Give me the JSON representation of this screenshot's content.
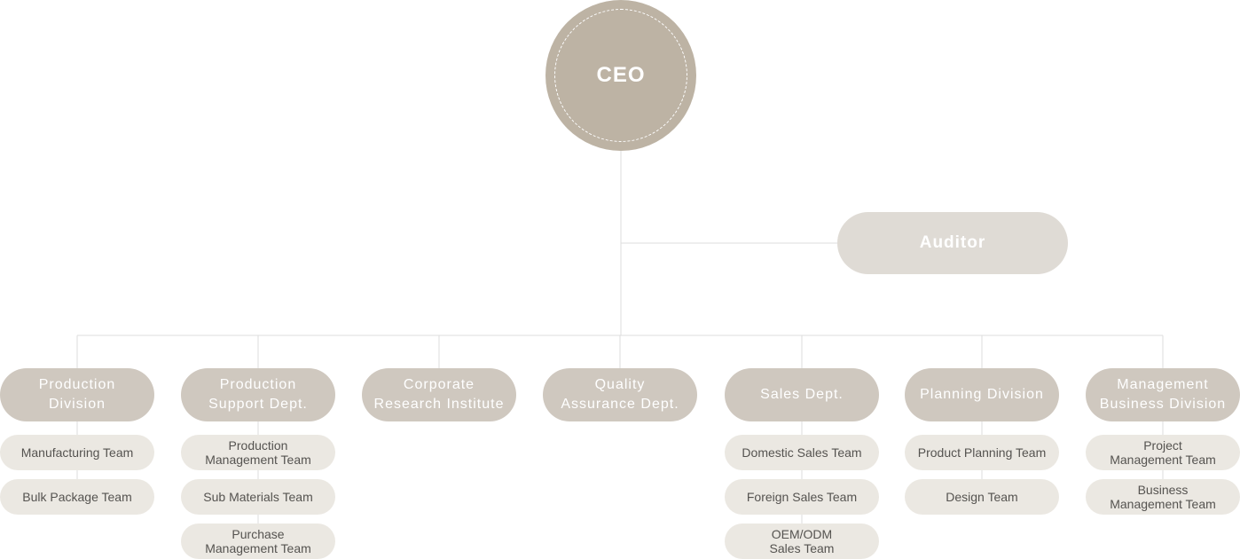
{
  "ceo": {
    "label": "CEO"
  },
  "auditor": {
    "label": "Auditor"
  },
  "divisions": [
    {
      "label": "Production\nDivision",
      "teams": [
        "Manufacturing Team",
        "Bulk Package Team"
      ]
    },
    {
      "label": "Production\nSupport Dept.",
      "teams": [
        "Production\nManagement Team",
        "Sub Materials Team",
        "Purchase\nManagement Team"
      ]
    },
    {
      "label": "Corporate\nResearch Institute",
      "teams": []
    },
    {
      "label": "Quality\nAssurance Dept.",
      "teams": []
    },
    {
      "label": "Sales Dept.",
      "teams": [
        "Domestic Sales Team",
        "Foreign Sales Team",
        "OEM/ODM\nSales Team"
      ]
    },
    {
      "label": "Planning Division",
      "teams": [
        "Product Planning Team",
        "Design Team"
      ]
    },
    {
      "label": "Management\nBusiness Division",
      "teams": [
        "Project\nManagement Team",
        "Business\nManagement Team"
      ]
    }
  ],
  "colors": {
    "ceo": "#bdb3a4",
    "auditor": "#dfdbd5",
    "division": "#cfc8bf",
    "team": "#ebe8e2",
    "team_text": "#555350",
    "line": "#dcdcdc"
  }
}
